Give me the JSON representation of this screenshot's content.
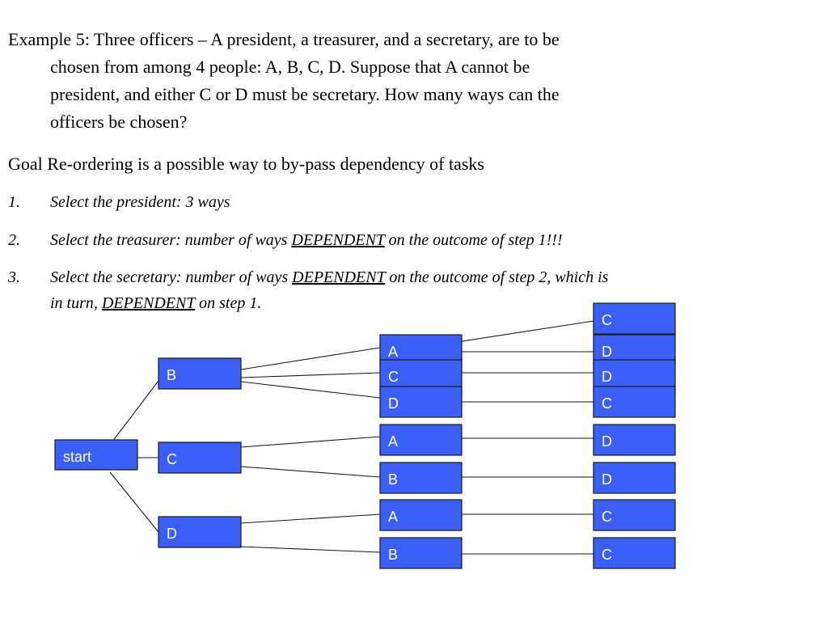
{
  "problem": {
    "first_line": "Example 5: Three officers – A president, a treasurer, and a secretary, are to be",
    "rest_lines": [
      "chosen from among 4 people: A, B, C, D.  Suppose that A cannot be",
      "president, and either C or D must be secretary.  How many ways can the",
      "officers be chosen?"
    ]
  },
  "goal": "Goal Re-ordering is a possible way to by-pass dependency of tasks",
  "steps": [
    {
      "num": "1.",
      "pre": "Select the president: 3 ways"
    },
    {
      "num": "2.",
      "pre": "Select the treasurer: number of ways ",
      "dep1": "DEPENDENT",
      "post1": " on the outcome of step 1!!!"
    },
    {
      "num": "3.",
      "pre": "Select the secretary: number of ways ",
      "dep1": "DEPENDENT",
      "post1": " on the outcome of step 2, which is",
      "line2_pre": "in turn, ",
      "dep2": "DEPENDENT",
      "line2_post": " on step 1."
    }
  ],
  "tree": {
    "colors": {
      "box_fill": "#3b5ff5",
      "box_text": "#ffffff"
    },
    "root": "start",
    "level1": [
      "B",
      "C",
      "D"
    ],
    "level2": [
      "A",
      "C",
      "D",
      "A",
      "B",
      "A",
      "B"
    ],
    "level3": [
      "C",
      "D",
      "D",
      "C",
      "D",
      "D",
      "C",
      "C"
    ]
  }
}
